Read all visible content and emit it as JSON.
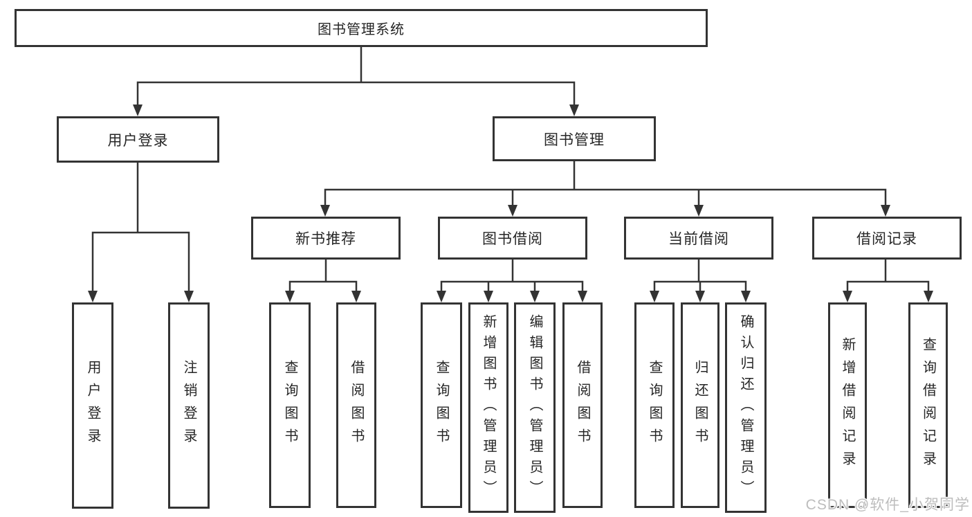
{
  "tree": {
    "label": "图书管理系统",
    "children": [
      {
        "label": "用户登录",
        "children": [
          {
            "label": "用户登录"
          },
          {
            "label": "注销登录"
          }
        ]
      },
      {
        "label": "图书管理",
        "children": [
          {
            "label": "新书推荐",
            "children": [
              {
                "label": "查询图书"
              },
              {
                "label": "借阅图书"
              }
            ]
          },
          {
            "label": "图书借阅",
            "children": [
              {
                "label": "查询图书"
              },
              {
                "label": "新增图书（管理员）"
              },
              {
                "label": "编辑图书（管理员）"
              },
              {
                "label": "借阅图书"
              }
            ]
          },
          {
            "label": "当前借阅",
            "children": [
              {
                "label": "查询图书"
              },
              {
                "label": "归还图书"
              },
              {
                "label": "确认归还（管理员）"
              }
            ]
          },
          {
            "label": "借阅记录",
            "children": [
              {
                "label": "新增借阅记录"
              },
              {
                "label": "查询借阅记录"
              }
            ]
          }
        ]
      }
    ]
  },
  "watermark": "CSDN @软件_小贺同学",
  "colors": {
    "line": "#333333",
    "box_border": "#333333",
    "box_fill": "#ffffff",
    "text": "#262626",
    "watermark": "#bdbdbd",
    "background": "#ffffff"
  }
}
